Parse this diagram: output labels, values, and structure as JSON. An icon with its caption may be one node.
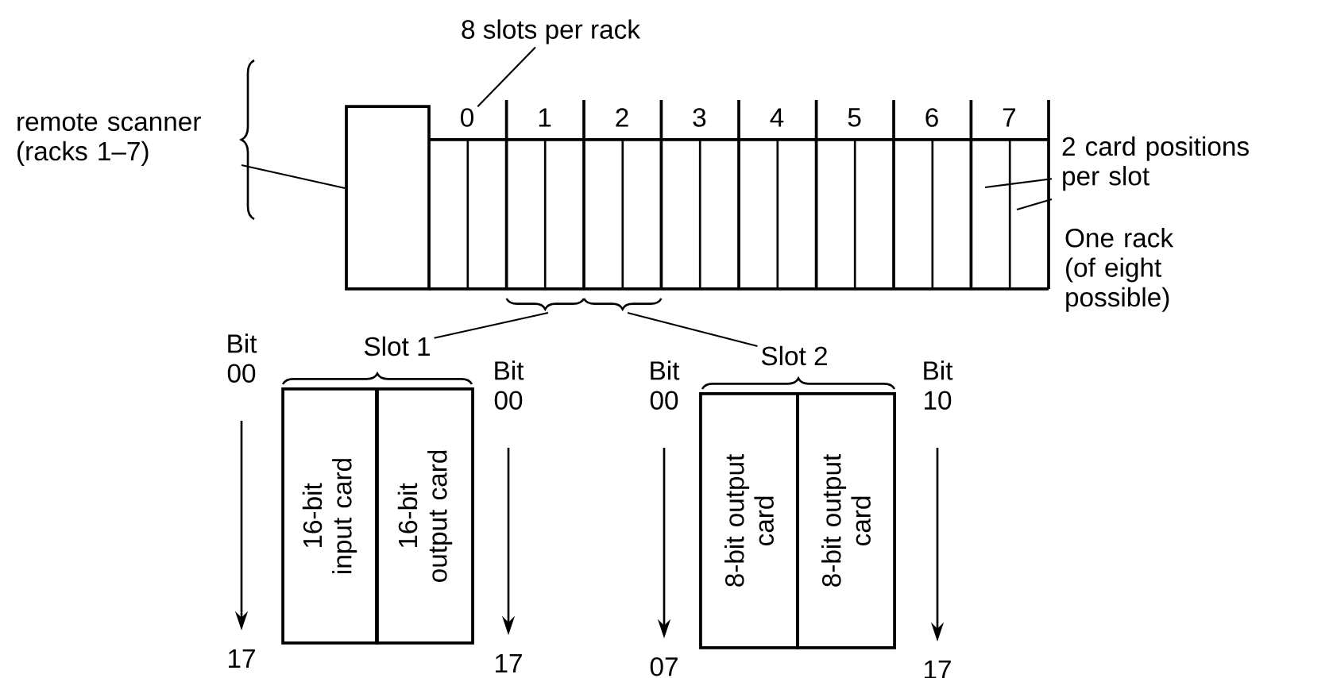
{
  "diagram": {
    "nodes": [
      {
        "text": [
          "remote scanner (racks 1–7)"
        ]
      },
      {
        "text": [],
        "shape": "box"
      },
      {
        "text": [
          "8 slots per rack"
        ]
      },
      {
        "text": [
          "2 card positions per slot"
        ]
      },
      {
        "text": [
          "Slot 1"
        ]
      },
      {
        "text": [
          "Slot 2"
        ]
      },
      {
        "text": [
          "16-bit input card"
        ]
      },
      {
        "text": [
          "16-bit output card"
        ]
      },
      {
        "text": [
          "8-bit output card"
        ]
      },
      {
        "text": [
          "8-bit output card"
        ]
      },
      {
        "text": [
          "0"
        ]
      }
    ],
    "edges": [
      {
        "from": 0,
        "to": 1,
        "arrow": "none"
      },
      {
        "from": 2,
        "to": 10,
        "arrow": "none"
      },
      {
        "from": 3,
        "to": null,
        "arrow": "none"
      },
      {
        "from": 3,
        "to": null,
        "arrow": "none"
      },
      {
        "from": 4,
        "to": null,
        "arrow": "none"
      },
      {
        "from": 5,
        "to": null,
        "arrow": "none"
      }
    ],
    "labels": [
      "1",
      "2",
      "3",
      "4",
      "5",
      "6",
      "7",
      "One rack (of eight possible)",
      "Bit 00",
      "17",
      "Bit 00",
      "17",
      "Bit 00",
      "07",
      "Bit 10",
      "17"
    ]
  }
}
